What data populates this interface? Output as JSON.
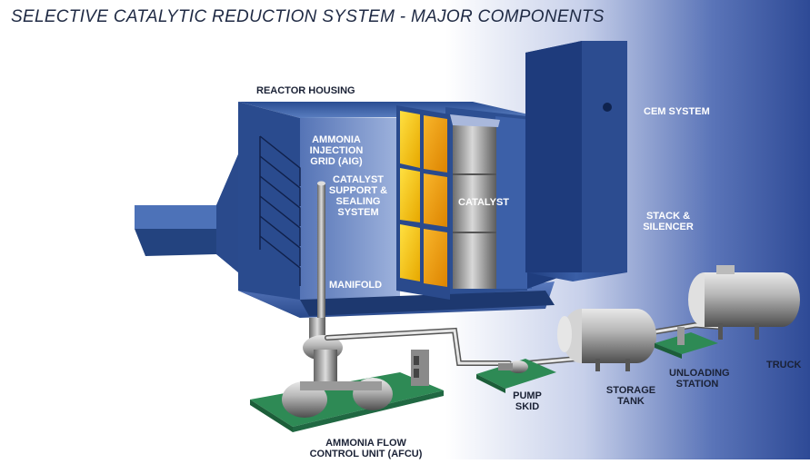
{
  "title": "SELECTIVE CATALYTIC REDUCTION SYSTEM - MAJOR COMPONENTS",
  "labels": {
    "reactor_housing": "REACTOR HOUSING",
    "aig_1": "AMMONIA",
    "aig_2": "INJECTION",
    "aig_3": "GRID (AIG)",
    "catalyst_support_1": "CATALYST",
    "catalyst_support_2": "SUPPORT &",
    "catalyst_support_3": "SEALING",
    "catalyst_support_4": "SYSTEM",
    "catalyst": "CATALYST",
    "manifold": "MANIFOLD",
    "cem_system": "CEM SYSTEM",
    "stack_1": "STACK &",
    "stack_2": "SILENCER",
    "afcu_1": "AMMONIA FLOW",
    "afcu_2": "CONTROL UNIT (AFCU)",
    "pump_1": "PUMP",
    "pump_2": "SKID",
    "storage_1": "STORAGE",
    "storage_2": "TANK",
    "unloading_1": "UNLOADING",
    "unloading_2": "STATION",
    "truck": "TRUCK"
  },
  "colors": {
    "housing_dark": "#1e3a78",
    "housing_mid": "#3a5fa8",
    "housing_light": "#7f9bd0",
    "catalyst_yellow": "#f6c700",
    "catalyst_orange": "#f3a61a",
    "gray_tank": "#9a9a9a",
    "skid_green": "#2f8a5a",
    "background_blue": "#2f4f9a"
  }
}
